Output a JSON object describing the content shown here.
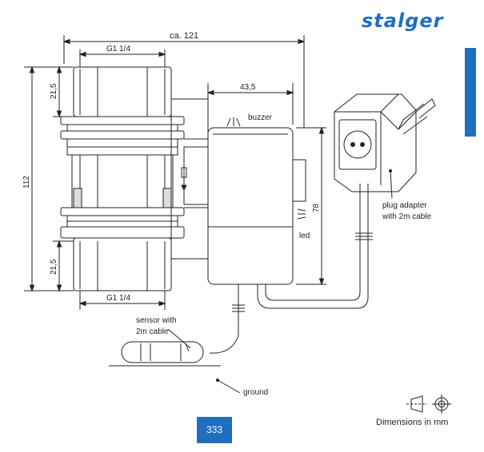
{
  "brand": {
    "logo_text": "stalger",
    "color": "#1f6fbe"
  },
  "dimensions": {
    "overall_width": "ca. 121",
    "thread_top": "G1 1/4",
    "thread_bottom": "G1 1/4",
    "height_total": "112",
    "height_top": "21,5",
    "height_bottom": "21,5",
    "depth": "43,5",
    "height_box": "78"
  },
  "labels": {
    "buzzer": "buzzer",
    "led": "led",
    "plug_line1": "plug adapter",
    "plug_line2": "with 2m cable",
    "sensor_line1": "sensor with",
    "sensor_line2": "2m cable",
    "ground": "ground"
  },
  "footer": {
    "page_number": "333",
    "dimensions_note": "Dimensions in mm"
  }
}
